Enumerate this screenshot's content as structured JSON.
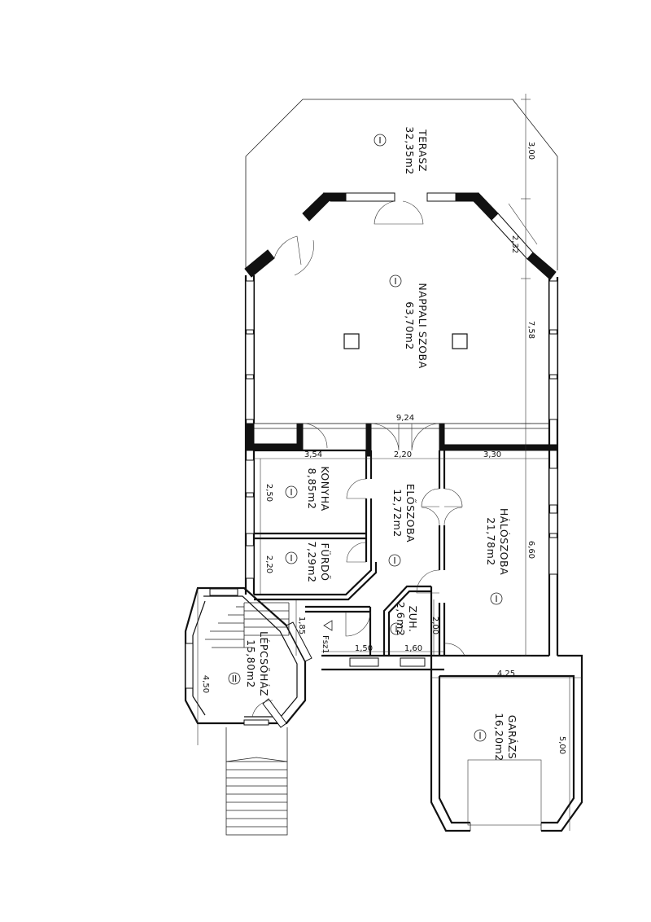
{
  "rooms": {
    "terasz": {
      "name": "TERASZ",
      "area": "32,35m2",
      "mark": "I"
    },
    "nappali": {
      "name": "NAPPALI SZOBA",
      "area": "63,70m2",
      "mark": "I"
    },
    "konyha": {
      "name": "KONYHA",
      "area": "8,85m2",
      "mark": "I"
    },
    "furdo": {
      "name": "FÜRDŐ",
      "area": "7,29m2",
      "mark": "I"
    },
    "eloszoba": {
      "name": "ELŐSZOBA",
      "area": "12,72m2",
      "mark": "I"
    },
    "haloszoba": {
      "name": "HÁLÓSZOBA",
      "area": "21,78m2",
      "mark": "I"
    },
    "zuh": {
      "name": "ZUH.",
      "area": "2,6m2",
      "mark": "I"
    },
    "lepcsohaz": {
      "name": "LÉPCSŐHÁZ",
      "area": "15,80m2",
      "mark": "II"
    },
    "garazs": {
      "name": "GARÁZS",
      "area": "16,20m2",
      "mark": "I"
    }
  },
  "dimensions": {
    "d_3_00": "3,00",
    "d_2_32": "2,32",
    "d_7_58": "7,58",
    "d_9_24": "9,24",
    "d_3_54": "3,54",
    "d_2_20_top": "2,20",
    "d_3_30": "3,30",
    "d_2_50": "2,50",
    "d_2_20_side": "2,20",
    "d_6_60": "6,60",
    "d_2_00": "2,00",
    "d_1_85": "1,85",
    "d_1_50": "1,50",
    "d_1_60": "1,60",
    "d_4_25": "4,25",
    "d_5_00": "5,00",
    "d_4_50": "4,50"
  },
  "section_marker": "Fsz1",
  "colors": {
    "line": "#111111",
    "background": "#ffffff"
  }
}
